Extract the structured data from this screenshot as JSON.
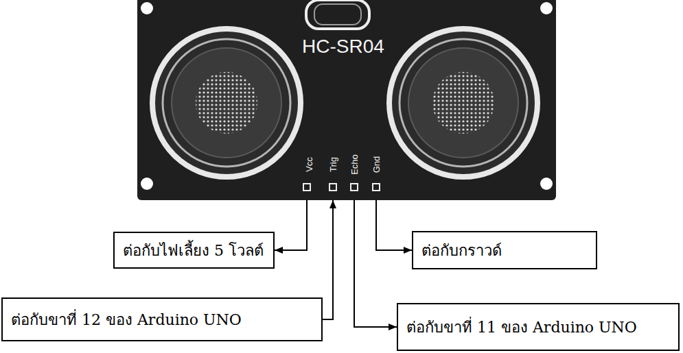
{
  "diagram": {
    "nodes": [
      {
        "text": [
          "HC-SR04",
          "Vcc",
          "Trig",
          "Echo",
          "Gnd"
        ]
      },
      {
        "text": [
          "ต่อกับไฟเลี้ยง 5 โวลต์"
        ]
      },
      {
        "text": [
          "ต่อกับกราวด์"
        ]
      },
      {
        "text": [
          "ต่อกับขาที่ 12 ของ Arduino UNO"
        ]
      },
      {
        "text": [
          "ต่อกับขาที่ 11 ของ Arduino UNO"
        ]
      }
    ],
    "edges": [
      {
        "from": 0,
        "to": 1,
        "arrow": "to"
      },
      {
        "from": 3,
        "to": 0,
        "arrow": "to"
      },
      {
        "from": 0,
        "to": 4,
        "arrow": "to"
      },
      {
        "from": 0,
        "to": 2,
        "arrow": "to"
      }
    ]
  }
}
